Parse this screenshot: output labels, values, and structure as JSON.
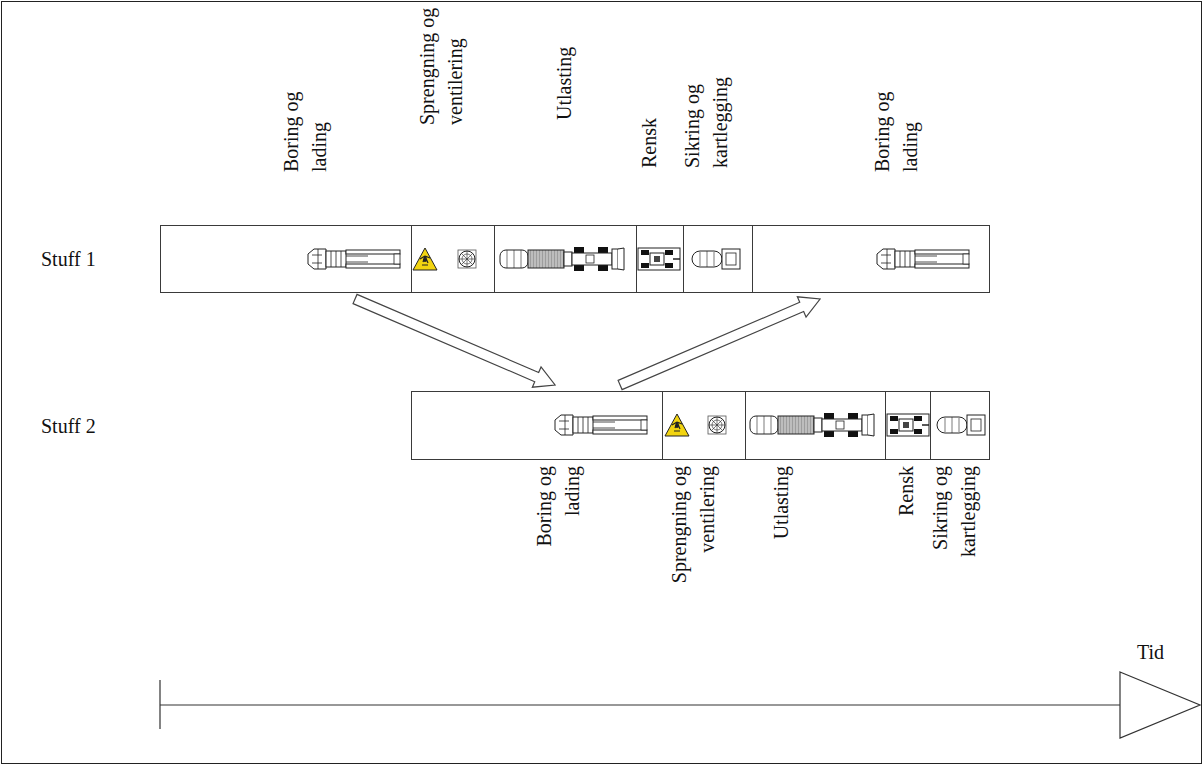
{
  "diagram": {
    "nodes": [
      {
        "text": [
          "Stuff 1"
        ]
      },
      {
        "text": [
          "Boring og lading"
        ],
        "in": 0
      },
      {
        "text": [
          "Sprengning og ventilering"
        ],
        "in": 0
      },
      {
        "text": [
          "Utlasting"
        ],
        "in": 0
      },
      {
        "text": [
          "Rensk"
        ],
        "in": 0
      },
      {
        "text": [
          "Sikring og kartlegging"
        ],
        "in": 0
      },
      {
        "text": [
          "Boring og lading"
        ],
        "in": 0
      },
      {
        "text": [
          "Stuff 2"
        ]
      },
      {
        "text": [
          "Boring og lading"
        ],
        "in": 7
      },
      {
        "text": [
          "Sprengning og ventilering"
        ],
        "in": 7
      },
      {
        "text": [
          "Utlasting"
        ],
        "in": 7
      },
      {
        "text": [
          "Rensk"
        ],
        "in": 7
      },
      {
        "text": [
          "Sikring og kartlegging"
        ],
        "in": 7
      }
    ],
    "edges": [
      {
        "from": 1,
        "to": 8,
        "arrow": "to"
      },
      {
        "from": 8,
        "to": 6,
        "arrow": "to"
      }
    ],
    "labels": [
      "Tid"
    ]
  }
}
